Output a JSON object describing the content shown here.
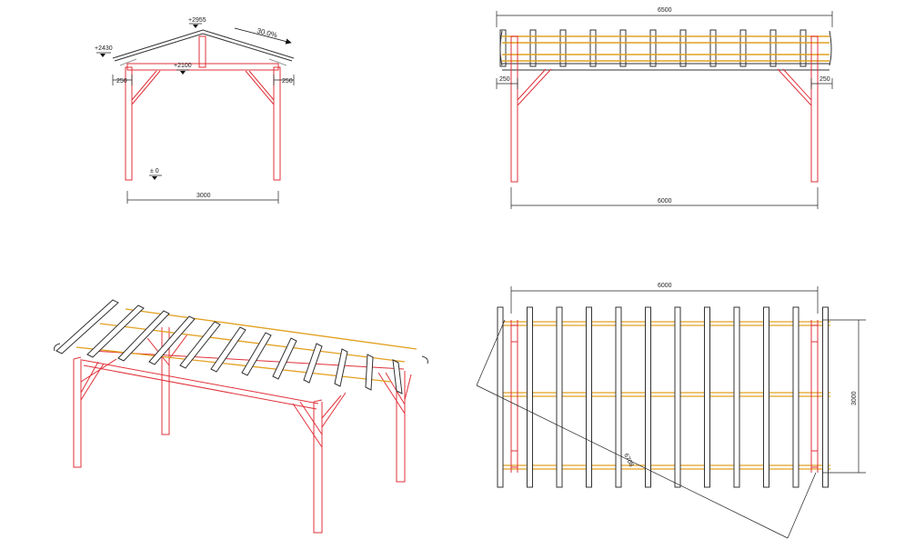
{
  "colors": {
    "post": "#e0313a",
    "rafter": "#333333",
    "purlin": "#e2a020",
    "line": "#222222",
    "background": "#ffffff"
  },
  "front_view": {
    "ridge_level": "+2955",
    "eave_level": "+2430",
    "beam_level": "+2100",
    "ground_level": "± 0",
    "slope": "30.0%",
    "overhang_left": "250",
    "overhang_right": "250",
    "width": "3000"
  },
  "side_view": {
    "total_length": "6500",
    "overhang_left": "250",
    "overhang_right": "250",
    "post_span": "6000"
  },
  "plan_view": {
    "post_span": "6000",
    "depth": "3000",
    "diagonal": "6708"
  }
}
